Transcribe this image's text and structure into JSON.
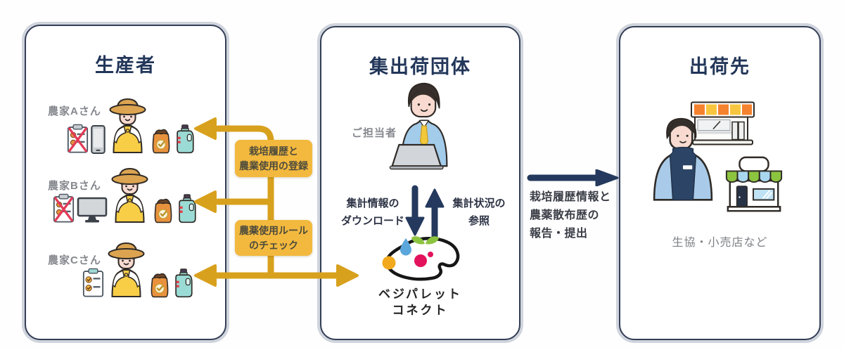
{
  "producers": {
    "title": "生産者",
    "farmers": [
      {
        "label": "農家Aさん"
      },
      {
        "label": "農家Bさん"
      },
      {
        "label": "農家Cさん"
      }
    ]
  },
  "organization": {
    "title": "集出荷団体",
    "person_label": "ご担当者",
    "download": {
      "line1": "集計情報の",
      "line2": "ダウンロード"
    },
    "reference": {
      "line1": "集計状況の",
      "line2": "参照"
    },
    "product": {
      "line1": "ベジパレット",
      "line2": "コネクト"
    }
  },
  "destination": {
    "title": "出荷先",
    "caption": "生協・小売店など"
  },
  "flows": {
    "register": {
      "line1": "栽培履歴と",
      "line2": "農業使用の登録"
    },
    "check": {
      "line1": "農薬使用ルール",
      "line2": "のチェック"
    },
    "report": {
      "line1": "栽培履歴情報と",
      "line2": "農薬散布歴の",
      "line3": "報告・提出"
    }
  },
  "icons": {
    "clipboard-crossed-icon": "paper record with red cross (no paper records)",
    "smartphone-icon": "smartphone",
    "monitor-icon": "desktop computer",
    "clipboard-checked-icon": "checked record sheet",
    "farmer-icon": "farmer with straw hat and yellow apron",
    "fertilizer-bag-icon": "fertilizer bag with check mark",
    "pesticide-bottle-icon": "pesticide bottle",
    "office-worker-icon": "staff member working on laptop",
    "palette-logo-icon": "vegetable palette logo with leaf, droplet and dots",
    "down-arrow-icon": "download arrow",
    "up-arrow-icon": "reference arrow",
    "store-sign-icon": "supermarket building",
    "shopkeeper-icon": "shop staff with navy apron",
    "shop-awning-icon": "small retail shop with striped awning"
  },
  "colors": {
    "gold_arrow": "#d8a11d",
    "gold_box": "#f3b93e",
    "navy_arrow": "#24395d",
    "panel_border": "#333e56",
    "panel_ring": "#d0d4dc",
    "title_text": "#223659",
    "gray_label": "#85888e",
    "dark_text": "#3a3d46",
    "box_text": "#4e4b3c"
  }
}
